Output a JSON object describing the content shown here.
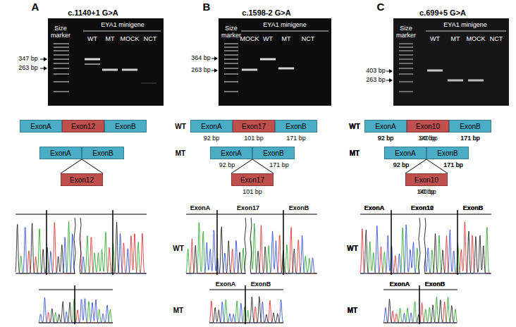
{
  "diagram": {
    "nodes": [
      {
        "text": [
          "ExonA"
        ]
      },
      {
        "text": [
          "Exon12"
        ]
      },
      {
        "text": [
          "ExonB"
        ]
      },
      {
        "text": [
          "ExonA"
        ]
      },
      {
        "text": [
          "ExonB"
        ]
      },
      {
        "text": [
          "Exon12"
        ]
      },
      {
        "text": [
          "ExonA"
        ]
      },
      {
        "text": [
          "Exon17"
        ]
      },
      {
        "text": [
          "ExonB"
        ]
      },
      {
        "text": [
          "ExonA"
        ]
      },
      {
        "text": [
          "ExonB"
        ]
      },
      {
        "text": [
          "Exon17"
        ]
      },
      {
        "text": [
          "ExonA"
        ]
      },
      {
        "text": [
          "Exon10"
        ]
      },
      {
        "text": [
          "ExonB"
        ]
      },
      {
        "text": [
          "ExonA"
        ]
      },
      {
        "text": [
          "ExonB"
        ]
      },
      {
        "text": [
          "Exon10"
        ]
      }
    ],
    "edges": [
      {
        "from": 3,
        "to": 5,
        "arrow": "none"
      },
      {
        "from": 4,
        "to": 5,
        "arrow": "none"
      },
      {
        "from": 9,
        "to": 11,
        "arrow": "none"
      },
      {
        "from": 10,
        "to": 11,
        "arrow": "none"
      },
      {
        "from": 15,
        "to": 17,
        "arrow": "none"
      },
      {
        "from": 16,
        "to": 17,
        "arrow": "none"
      }
    ],
    "labels": [
      "A",
      "c.1140+1 G>A",
      "EYA1 minigene",
      "Size marker",
      "WT",
      "MT",
      "MOCK",
      "NCT",
      "347 bp",
      "263 bp",
      "WT",
      "MT",
      "92 bp",
      "90 bp",
      "171 bp",
      "92 bp",
      "171 bp",
      "90 bp",
      "ExonA",
      "Exon12",
      "ExonB",
      "WT",
      "ExonA",
      "ExonB",
      "MT",
      "B",
      "c.1598-2 G>A",
      "EYA1 minigene",
      "Size marker",
      "MOCK",
      "WT",
      "MT",
      "NCT",
      "364 bp",
      "263 bp",
      "WT",
      "MT",
      "92 bp",
      "101 bp",
      "171 bp",
      "92 bp",
      "171 bp",
      "101 bp",
      "ExonA",
      "Exon17",
      "ExonB",
      "WT",
      "ExonA",
      "ExonB",
      "MT",
      "C",
      "c.699+5 G>A",
      "EYA1 minigene",
      "Size marker",
      "WT",
      "MT",
      "MOCK",
      "NCT",
      "403 bp",
      "263 bp",
      "WT",
      "MT",
      "92 bp",
      "140 bp",
      "171 bp",
      "92 bp",
      "171 bp",
      "140 bp",
      "ExonA",
      "Exon10",
      "ExonB",
      "WT",
      "ExonA",
      "ExonB",
      "MT"
    ]
  }
}
